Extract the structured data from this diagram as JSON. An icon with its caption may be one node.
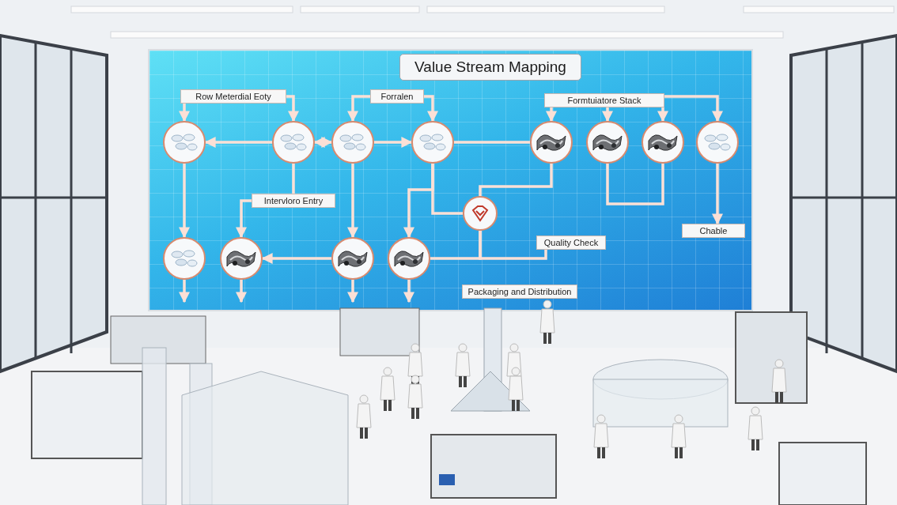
{
  "diagram": {
    "title": "Value Stream Mapping",
    "nodes": [
      {
        "text": [
          "Row Meterdial Eoty"
        ]
      },
      {
        "text": [
          "Forralen"
        ]
      },
      {
        "text": [
          "Formtuiatore Stack"
        ]
      },
      {
        "text": [
          "Intervloro Entry"
        ]
      },
      {
        "text": [
          "Quality Check"
        ]
      },
      {
        "text": [
          "Chable"
        ]
      },
      {
        "text": [
          "Packaging and Distribution"
        ]
      },
      {
        "text": [],
        "shape": "circle"
      },
      {
        "text": [],
        "shape": "circle"
      },
      {
        "text": [],
        "shape": "circle"
      },
      {
        "text": [],
        "shape": "circle"
      },
      {
        "text": [],
        "shape": "circle"
      },
      {
        "text": [],
        "shape": "circle"
      },
      {
        "text": [],
        "shape": "circle"
      },
      {
        "text": [],
        "shape": "circle"
      },
      {
        "text": [],
        "shape": "circle"
      },
      {
        "text": [],
        "shape": "circle"
      },
      {
        "text": [],
        "shape": "circle"
      },
      {
        "text": [],
        "shape": "circle"
      },
      {
        "text": [],
        "shape": "circle"
      }
    ],
    "edges": [
      {
        "from": 0,
        "to": 7,
        "arrow": "to"
      },
      {
        "from": 0,
        "to": 8,
        "arrow": "to"
      },
      {
        "from": 8,
        "to": 7,
        "arrow": "to"
      },
      {
        "from": 8,
        "to": 9,
        "arrow": "both"
      },
      {
        "from": 9,
        "to": 10,
        "arrow": "to"
      },
      {
        "from": 1,
        "to": 9,
        "arrow": "to"
      },
      {
        "from": 1,
        "to": 10,
        "arrow": "to"
      },
      {
        "from": 10,
        "to": 11,
        "arrow": "none"
      },
      {
        "from": 2,
        "to": 11,
        "arrow": "to"
      },
      {
        "from": 2,
        "to": 12,
        "arrow": "to"
      },
      {
        "from": 13,
        "to": 14,
        "arrow": "both"
      },
      {
        "from": 12,
        "to": 13,
        "arrow": "none"
      },
      {
        "from": 14,
        "to": 5,
        "arrow": "to"
      },
      {
        "from": 7,
        "to": 15,
        "arrow": "to"
      },
      {
        "from": 3,
        "to": 16,
        "arrow": "to"
      },
      {
        "from": 8,
        "to": 3,
        "arrow": "none"
      },
      {
        "from": 17,
        "to": 16,
        "arrow": "to"
      },
      {
        "from": 9,
        "to": 17,
        "arrow": "to"
      },
      {
        "from": 10,
        "to": 18,
        "arrow": "to"
      },
      {
        "from": 10,
        "to": 19,
        "arrow": "none"
      },
      {
        "from": 19,
        "to": 18,
        "arrow": "none"
      },
      {
        "from": 19,
        "to": 4,
        "arrow": "none"
      },
      {
        "from": 11,
        "to": 19,
        "arrow": "none"
      },
      {
        "from": 15,
        "to": null,
        "arrow": "to"
      },
      {
        "from": 16,
        "to": null,
        "arrow": "to"
      },
      {
        "from": 17,
        "to": null,
        "arrow": "to"
      },
      {
        "from": 18,
        "to": null,
        "arrow": "to"
      }
    ]
  }
}
